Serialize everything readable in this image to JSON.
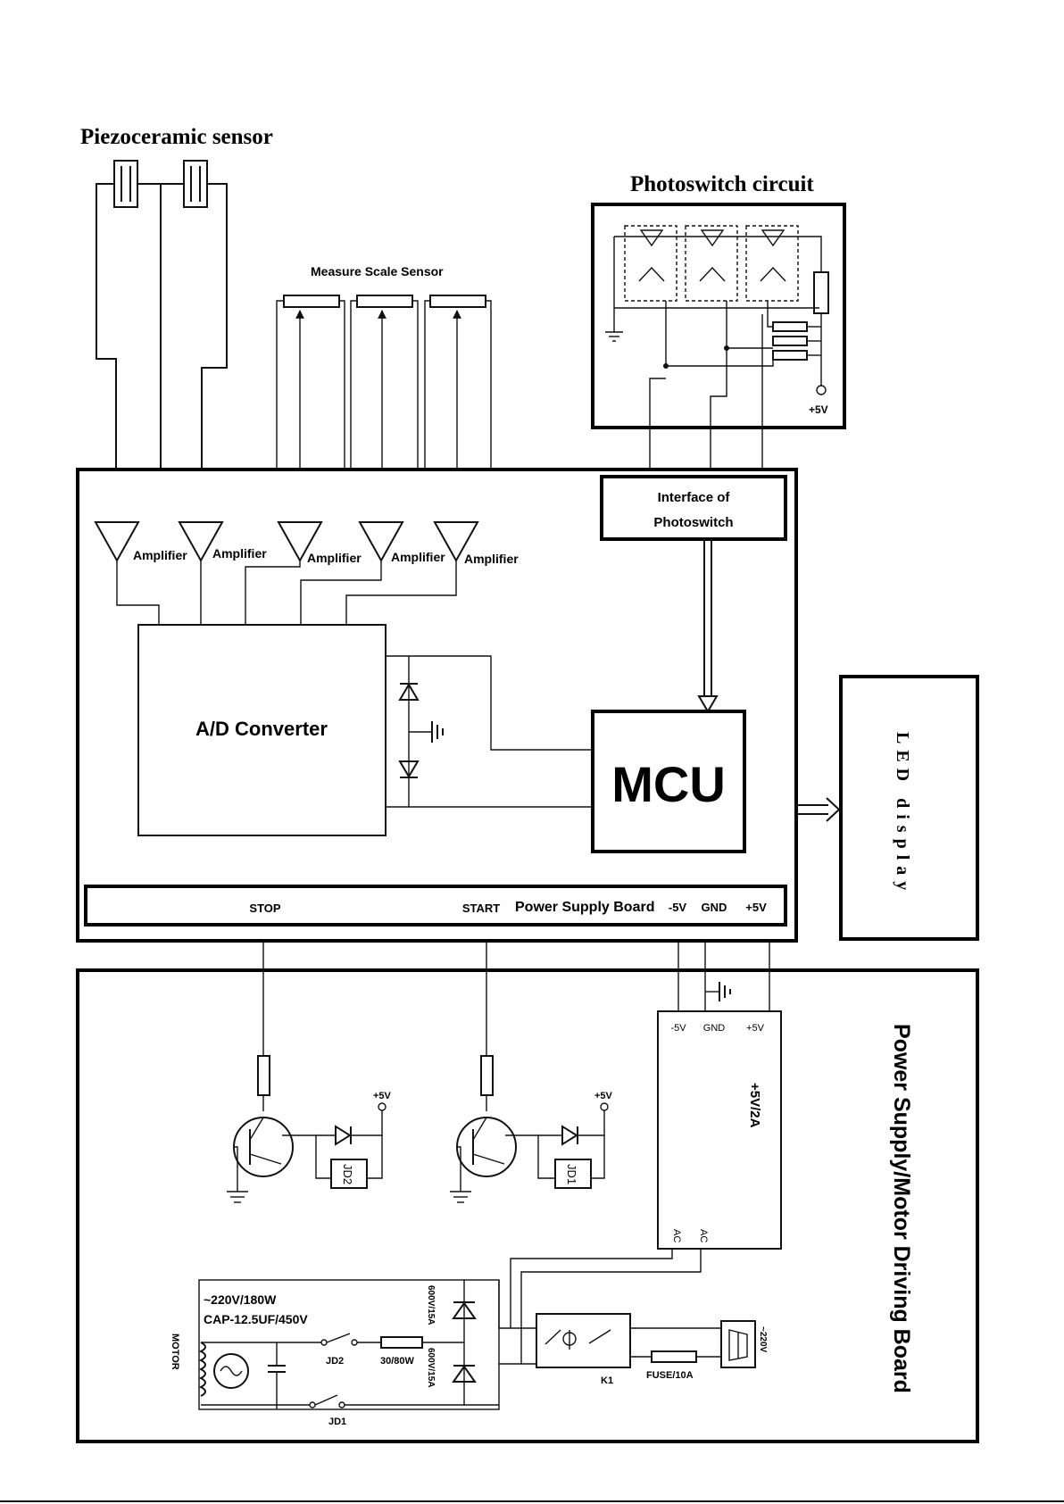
{
  "labels": {
    "piezo_title": "Piezoceramic sensor",
    "photoswitch_title": "Photoswitch circuit",
    "measure_scale": "Measure Scale Sensor",
    "plus5v_top": "+5V",
    "interface_line1": "Interface of",
    "interface_line2": "Photoswitch",
    "amplifier": "Amplifier",
    "adc": "A/D Converter",
    "mcu": "MCU",
    "led_display": "LED display",
    "stop": "STOP",
    "start": "START",
    "power_supply_board": "Power Supply Board",
    "neg5v": "-5V",
    "gnd": "GND",
    "pos5v": "+5V",
    "psu_neg5v": "-5V",
    "psu_gnd": "GND",
    "psu_pos5v": "+5V",
    "psu_rating": "+5V/2A",
    "ac1": "AC",
    "ac2": "AC",
    "plus5v_left": "+5V",
    "plus5v_right": "+5V",
    "jd2_box": "JD2",
    "jd1_box": "JD1",
    "motor_spec1": "~220V/180W",
    "motor_spec2": "CAP-12.5UF/450V",
    "motor": "MOTOR",
    "jd2": "JD2",
    "jd1": "JD1",
    "resistor": "30/80W",
    "diode1": "600V/15A",
    "diode2": "600V/15A",
    "k1": "K1",
    "fuse": "FUSE/10A",
    "mains": "~220V",
    "driving_board": "Power Supply/Motor Driving Board"
  }
}
